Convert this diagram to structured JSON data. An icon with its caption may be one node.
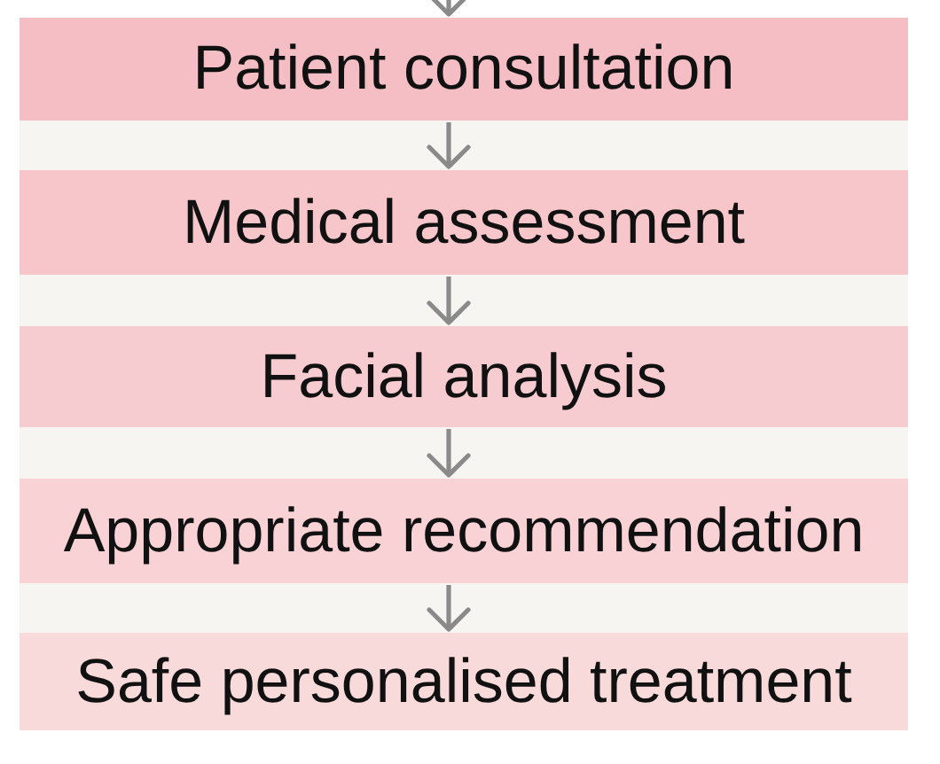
{
  "diagram": {
    "nodes": [
      {
        "text": [
          "Patient consultation"
        ]
      },
      {
        "text": [
          "Medical assessment"
        ]
      },
      {
        "text": [
          "Facial analysis"
        ]
      },
      {
        "text": [
          "Appropriate recommendation"
        ]
      },
      {
        "text": [
          "Safe personalised treatment"
        ]
      }
    ],
    "edges": [
      {
        "from": null,
        "to": 0,
        "arrow": "to"
      },
      {
        "from": 0,
        "to": 1,
        "arrow": "to"
      },
      {
        "from": 1,
        "to": 2,
        "arrow": "to"
      },
      {
        "from": 2,
        "to": 3,
        "arrow": "to"
      },
      {
        "from": 3,
        "to": 4,
        "arrow": "to"
      }
    ]
  }
}
